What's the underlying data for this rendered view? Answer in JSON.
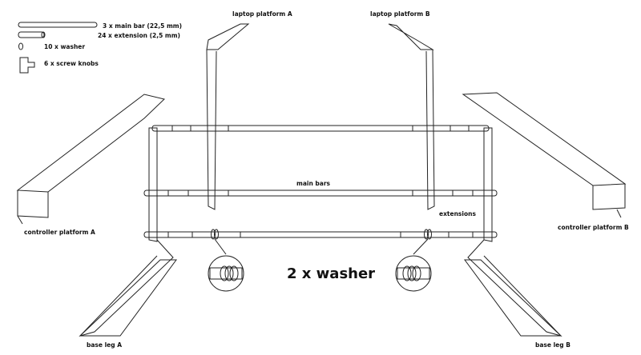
{
  "legend": {
    "main_bar": "3 x main bar (22,5 mm)",
    "extension": "24 x extension (2,5 mm)",
    "washer": "10 x washer",
    "screw_knobs": "6 x screw knobs"
  },
  "parts": {
    "laptop_platform_a": "laptop platform A",
    "laptop_platform_b": "laptop platform B",
    "main_bars": "main bars",
    "extensions": "extensions",
    "controller_platform_a": "controller platform A",
    "controller_platform_b": "controller platform B",
    "base_leg_a": "base leg A",
    "base_leg_b": "base leg B"
  },
  "callout": "2 x washer",
  "colors": {
    "line": "#222222",
    "background": "#ffffff"
  }
}
